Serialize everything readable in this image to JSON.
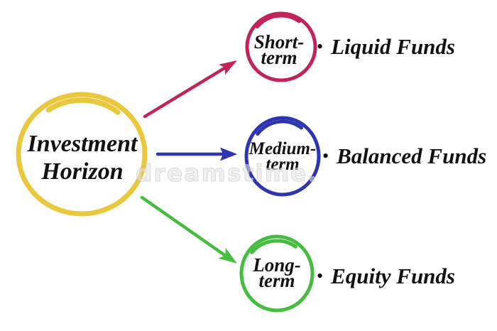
{
  "watermark": "dreamstime.",
  "diagram": {
    "bullet": "•",
    "center": {
      "line1": "Investment",
      "line2": "Horizon",
      "color": "#E9C83E"
    },
    "branches": [
      {
        "name": "short-term",
        "line1": "Short-",
        "line2": "term",
        "fund": "Liquid Funds",
        "color": "#C1235A"
      },
      {
        "name": "medium-term",
        "line1": "Medium-",
        "line2": "term",
        "fund": "Balanced Funds",
        "color": "#2D36B0"
      },
      {
        "name": "long-term",
        "line1": "Long-",
        "line2": "term",
        "fund": "Equity Funds",
        "color": "#46BD3F"
      }
    ]
  }
}
